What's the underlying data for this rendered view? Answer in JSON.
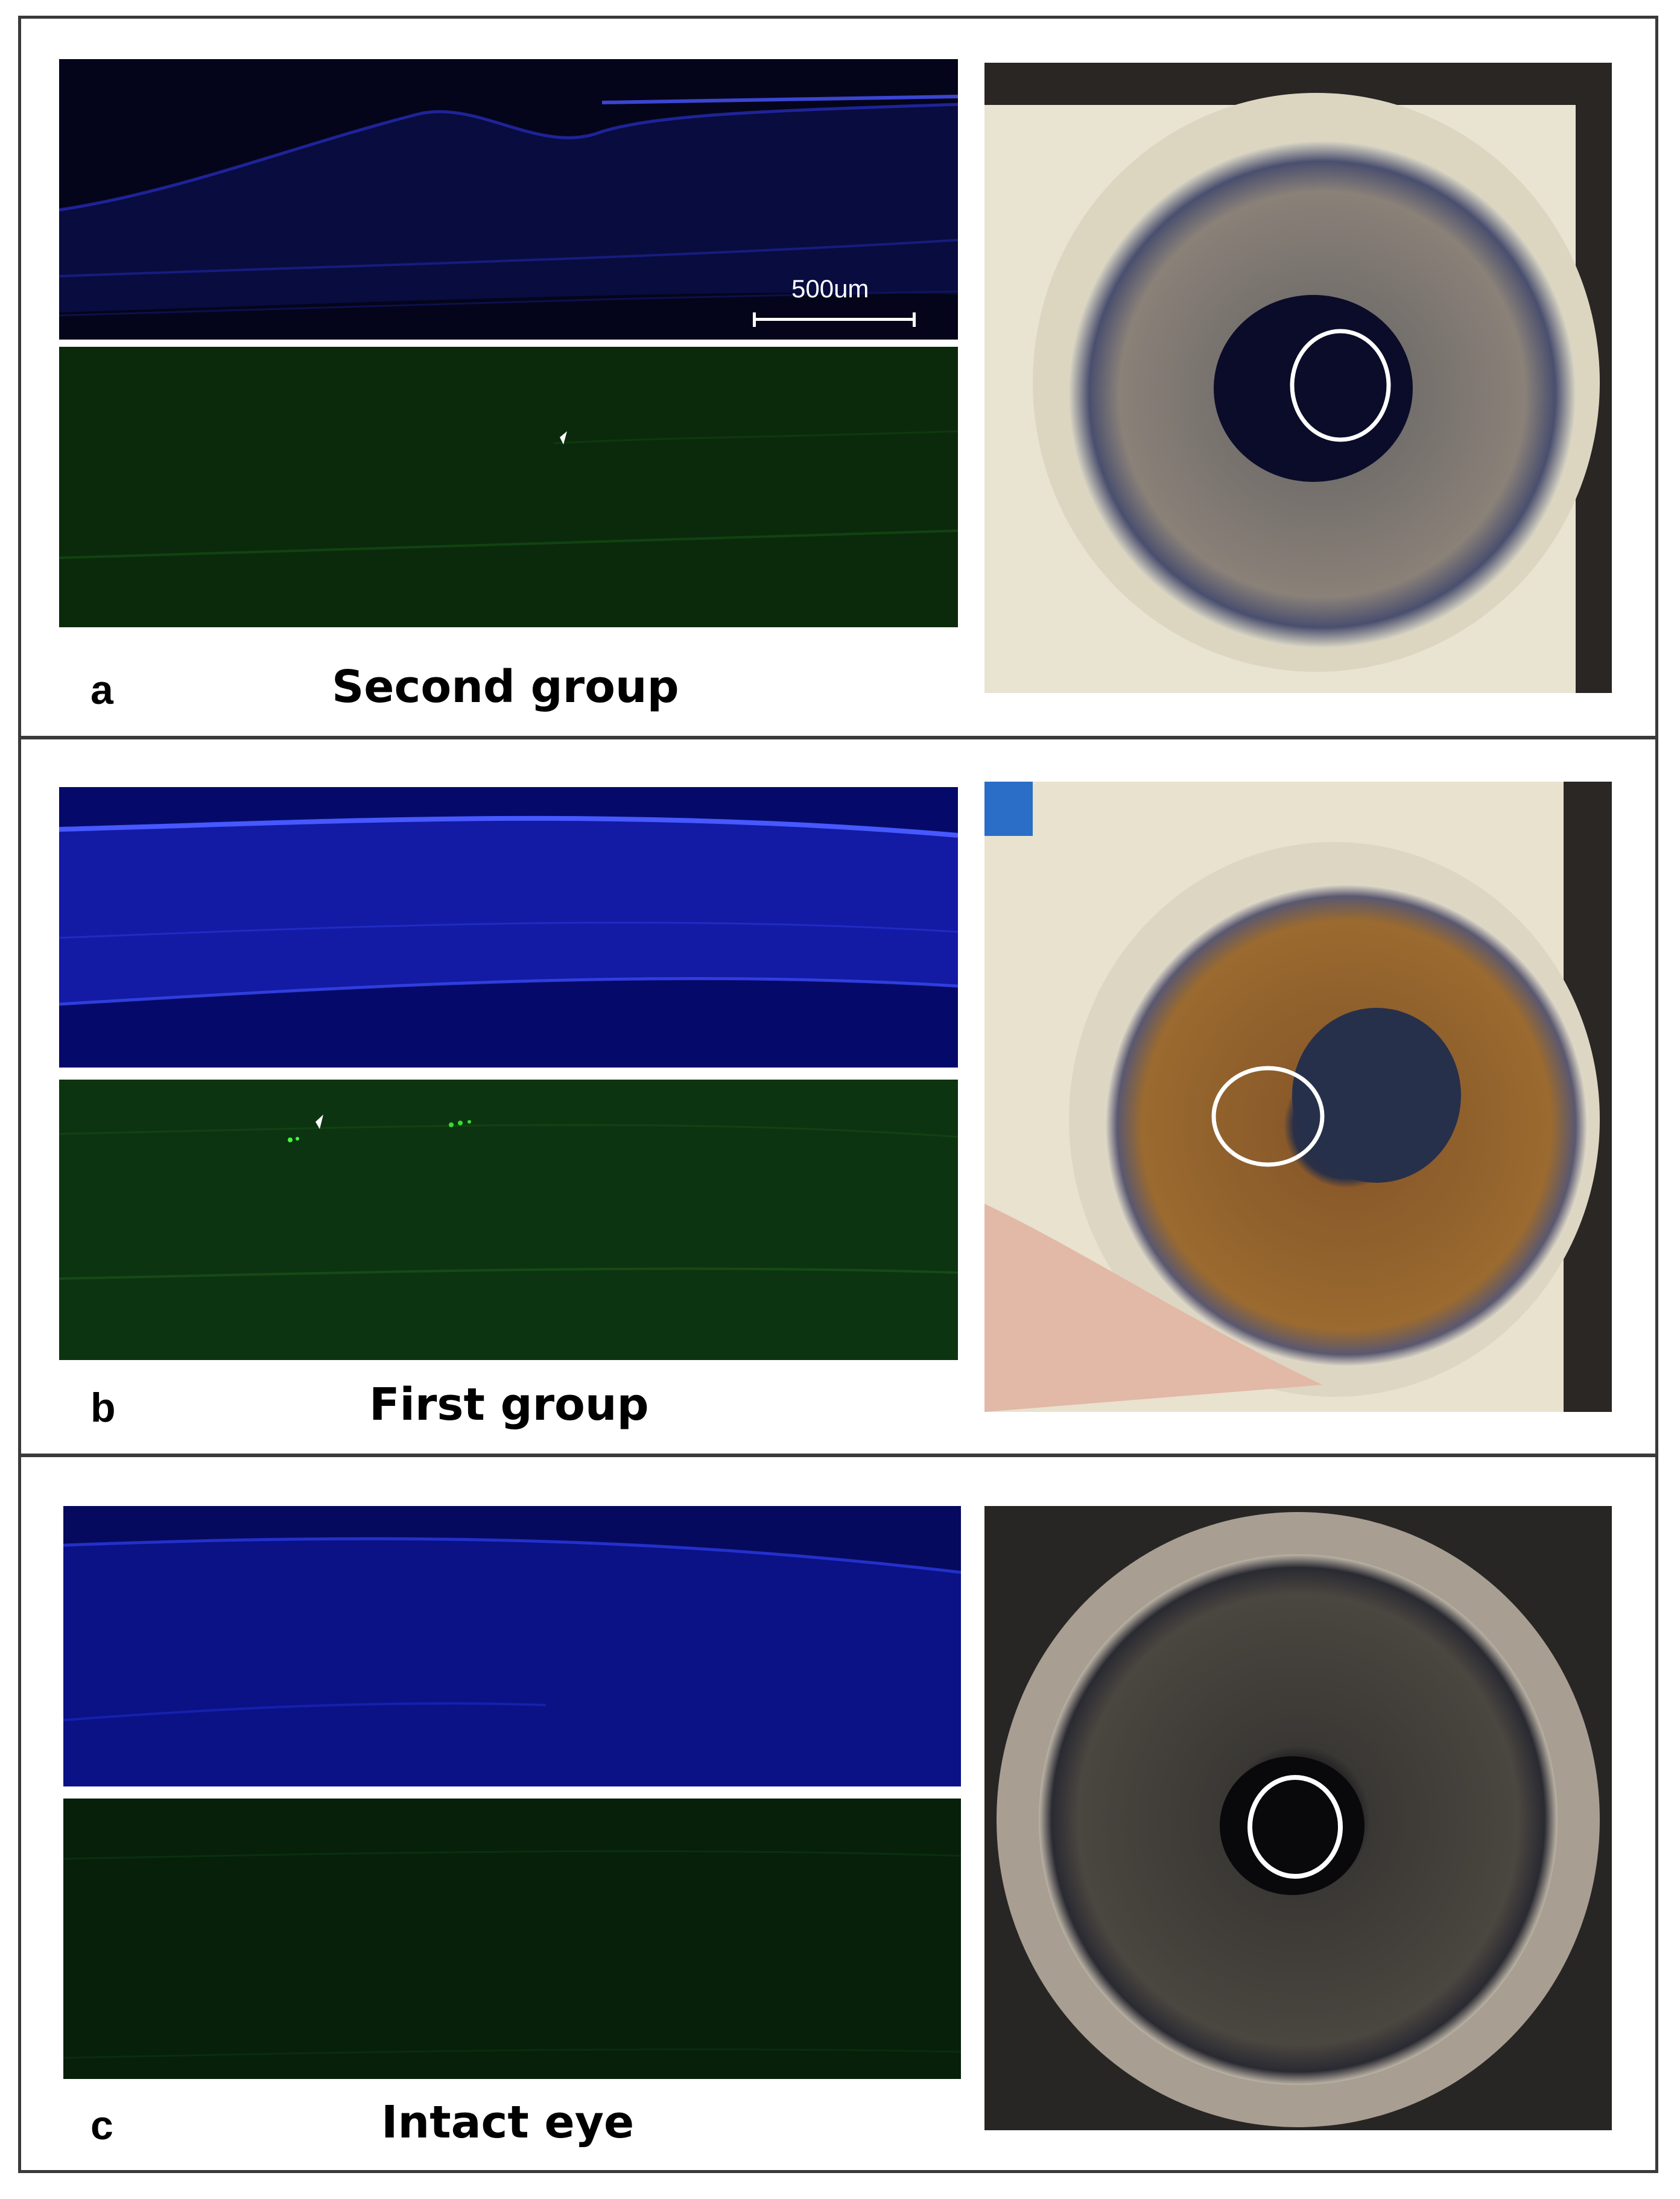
{
  "panels": [
    {
      "label": "a",
      "title": "Second group",
      "scale_bar": "500um",
      "images": {
        "dapi": "blue-fluorescence-section",
        "fitc": "green-fluorescence-section",
        "eye": "slit-lamp-eye-photo"
      }
    },
    {
      "label": "b",
      "title": "First group",
      "images": {
        "dapi": "blue-fluorescence-section",
        "fitc": "green-fluorescence-section",
        "eye": "slit-lamp-eye-photo"
      }
    },
    {
      "label": "c",
      "title": "Intact eye",
      "images": {
        "dapi": "blue-fluorescence-section",
        "fitc": "green-fluorescence-section",
        "eye": "slit-lamp-eye-photo"
      }
    }
  ],
  "colors": {
    "frame": "#3a3a3a",
    "dapi_bg": "#05061e",
    "fitc_bg": "#0b2a0b"
  }
}
